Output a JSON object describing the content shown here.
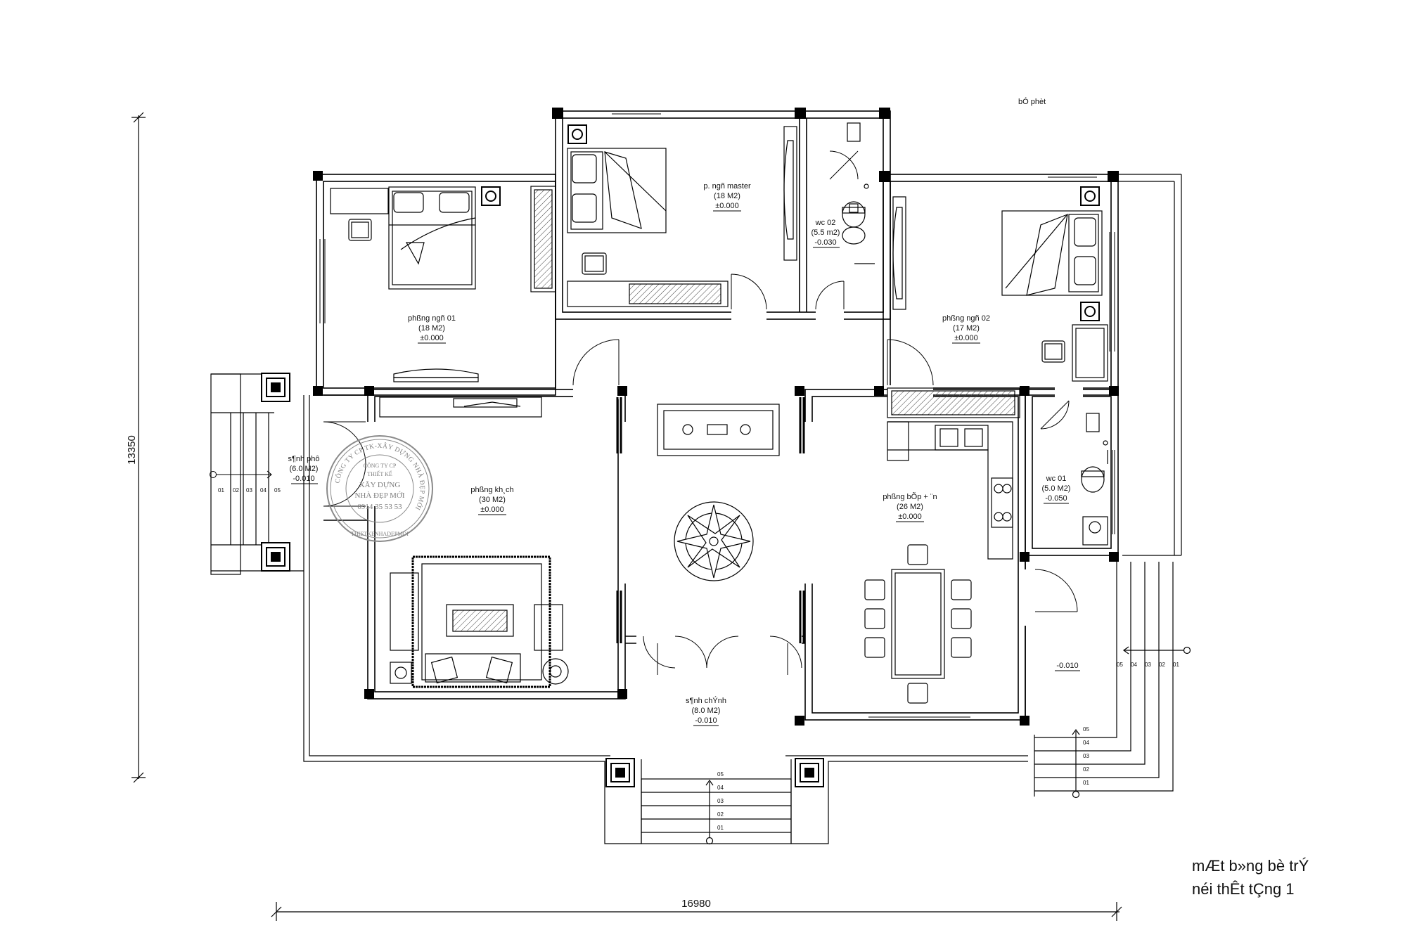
{
  "drawing": {
    "title_line1": "mÆt b»ng bè trÝ",
    "title_line2": "néi thÊt tÇng 1",
    "septic_note": "bÓ phèt",
    "dim_width": "16980",
    "dim_height": "13350"
  },
  "rooms": [
    {
      "id": "master",
      "name": "p. ngñ master",
      "area": "(18 M2)",
      "level": "±0.000"
    },
    {
      "id": "wc02",
      "name": "wc 02",
      "area": "(5.5 m2)",
      "level": "-0.030"
    },
    {
      "id": "bed01",
      "name": "phßng ngñ 01",
      "area": "(18 M2)",
      "level": "±0.000"
    },
    {
      "id": "bed02",
      "name": "phßng ngñ 02",
      "area": "(17 M2)",
      "level": "±0.000"
    },
    {
      "id": "side_hall",
      "name": "s¶nh phô",
      "area": "(6.0 M2)",
      "level": "-0.010"
    },
    {
      "id": "living",
      "name": "phßng kh¸ch",
      "area": "(30 M2)",
      "level": "±0.000"
    },
    {
      "id": "kitchen",
      "name": "phßng bÕp + ¨n",
      "area": "(26 M2)",
      "level": "±0.000"
    },
    {
      "id": "wc01",
      "name": "wc 01",
      "area": "(5.0 M2)",
      "level": "-0.050"
    },
    {
      "id": "main_hall",
      "name": "s¶nh chÝnh",
      "area": "(8.0 M2)",
      "level": "-0.010"
    },
    {
      "id": "back_porch",
      "name": "",
      "area": "",
      "level": "-0.010"
    }
  ],
  "stairs": {
    "left": [
      "01",
      "02",
      "03",
      "04",
      "05"
    ],
    "front": [
      "05",
      "04",
      "03",
      "02",
      "01"
    ],
    "right": [
      "05",
      "04",
      "03",
      "02",
      "01"
    ],
    "back": [
      "05",
      "04",
      "03",
      "02",
      "01"
    ]
  },
  "stamp": {
    "ring_text": "CÔNG TY CP TK-XÂY DỰNG NHÀ ĐẸP MỚI",
    "bottom_text": "THIETKENHADEPMOI",
    "line1": "CÔNG TY CP",
    "line2": "THIẾT KẾ",
    "line3": "XÂY DỰNG",
    "line4": "NHÀ ĐẸP MỚI",
    "phone": "0914 35 53 53"
  }
}
